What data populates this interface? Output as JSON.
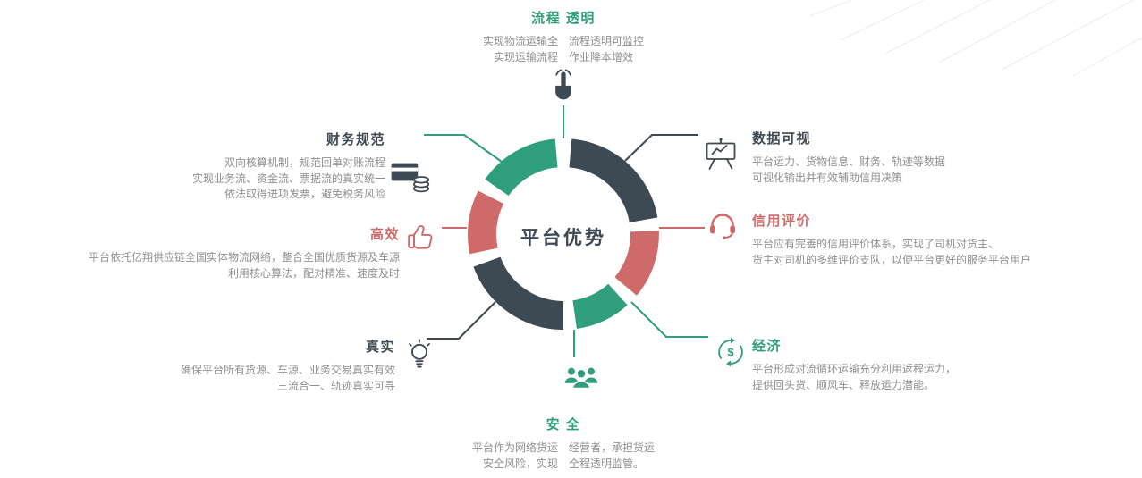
{
  "center": {
    "title": "平台优势"
  },
  "colors": {
    "green": "#2f9e7c",
    "dark": "#3d4953",
    "red": "#cf6a6a",
    "gray": "#8f8f8f"
  },
  "sections": {
    "process": {
      "title": "流程 透明",
      "lines": [
        "实现物流运输全　流程透明可监控",
        "实现运输流程　作业降本增效"
      ],
      "icon": "tap-hand-icon"
    },
    "data_visual": {
      "title": "数据可视",
      "lines": [
        "平台运力、货物信息、财务、轨迹等数据",
        "可视化输出并有效辅助信用决策"
      ],
      "icon": "presentation-board-icon"
    },
    "credit": {
      "title": "信用评价",
      "lines": [
        "平台应有完善的信用评价体系，实现了司机对货主、",
        "货主对司机的多维评价支队，以便平台更好的服务平台用户"
      ],
      "icon": "headset-icon"
    },
    "economy": {
      "title": "经济",
      "lines": [
        "平台形成对流循环运输充分利用返程运力，",
        "提供回头货、顺风车、释放运力潜能。"
      ],
      "icon": "currency-cycle-icon"
    },
    "safety": {
      "title": "安 全",
      "lines": [
        "平台作为网络货运　经营者，承担货运",
        "安全风险，实现　全程透明监管。"
      ],
      "icon": "people-group-icon"
    },
    "real": {
      "title": "真实",
      "lines": [
        "确保平台所有货源、车源、业务交易真实有效",
        "三流合一、轨迹真实可寻"
      ],
      "icon": "lightbulb-icon"
    },
    "efficient": {
      "title": "高效",
      "lines": [
        "平台依托亿翔供应链全国实体物流网络，整合全国优质货源及车源",
        "利用核心算法，配对精准、速度及时"
      ],
      "icon": "thumbs-up-icon"
    },
    "finance": {
      "title": "财务规范",
      "lines": [
        "双向核算机制，规范回单对账流程",
        "实现业务流、资金流、票据流的真实统一",
        "依法取得进项发票，避免税务风险"
      ],
      "icon": "bank-card-icon"
    }
  }
}
